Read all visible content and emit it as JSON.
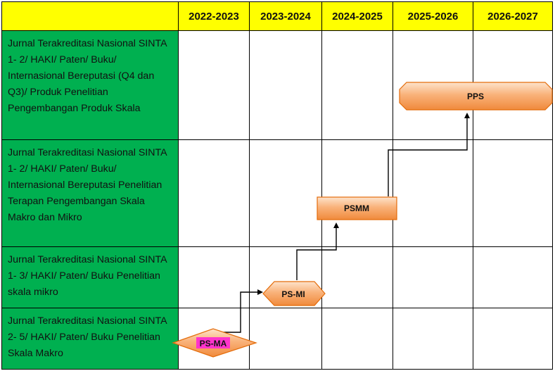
{
  "header": {
    "columns": [
      "2022-2023",
      "2023-2024",
      "2024-2025",
      "2025-2026",
      "2026-2027"
    ]
  },
  "rows": [
    {
      "label": "Jurnal Terakreditasi Nasional SINTA 1- 2/ HAKI/ Paten/ Buku/ Internasional Bereputasi (Q4 dan Q3)/ Produk Penelitian Pengembangan Produk Skala"
    },
    {
      "label": "Jurnal Terakreditasi Nasional SINTA 1- 2/ HAKI/ Paten/ Buku/ Internasional Bereputasi Penelitian Terapan Pengembangan Skala Makro dan Mikro"
    },
    {
      "label": "Jurnal Terakreditasi Nasional SINTA 1- 3/ HAKI/ Paten/ Buku Penelitian skala mikro"
    },
    {
      "label": "Jurnal Terakreditasi Nasional SINTA 2- 5/ HAKI/ Paten/ Buku Penelitian Skala Makro"
    }
  ],
  "shapes": {
    "ps_ma": {
      "label": "PS-MA",
      "shape": "diamond",
      "highlight_color": "#ff33cc"
    },
    "ps_mi": {
      "label": "PS-MI",
      "shape": "hexagon"
    },
    "psmm": {
      "label": "PSMM",
      "shape": "rectangle"
    },
    "pps": {
      "label": "PPS",
      "shape": "octagon-banner"
    }
  },
  "colors": {
    "header_bg": "#ffff00",
    "row_label_bg": "#00b050",
    "shape_fill_light": "#fcd5b4",
    "shape_fill_dark": "#f79646",
    "shape_stroke": "#e46c0a",
    "connector": "#000000"
  }
}
